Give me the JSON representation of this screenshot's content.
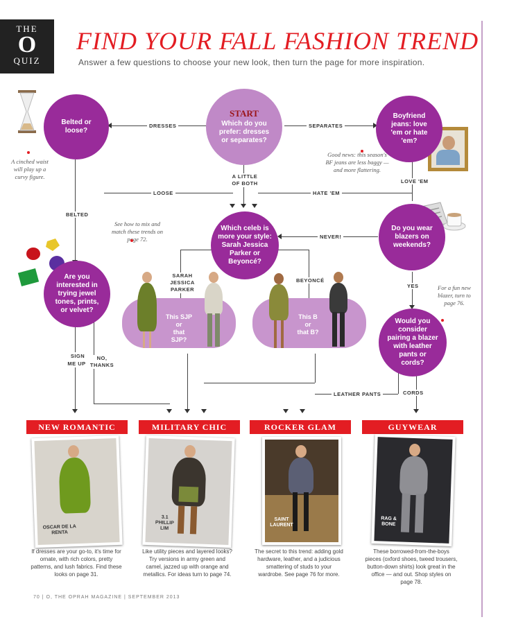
{
  "header": {
    "logo": {
      "line1": "THE",
      "line2": "O",
      "line3": "QUIZ"
    },
    "title": "FIND YOUR FALL FASHION TREND",
    "subtitle": "Answer a few questions to choose your new look, then turn the page for more inspiration."
  },
  "flow": {
    "start": {
      "label": "START",
      "question": "Which do you prefer: dresses or separates?"
    },
    "belted": {
      "question": "Belted or loose?"
    },
    "boyfriend": {
      "question": "Boyfriend jeans: love 'em or hate 'em?"
    },
    "celeb": {
      "question": "Which celeb is more your style: Sarah Jessica Parker or Beyoncé?"
    },
    "blazers": {
      "question": "Do you wear blazers on weekends?"
    },
    "jewel": {
      "question": "Are you interested in trying jewel tones, prints, or velvet?"
    },
    "leather": {
      "question": "Would you consider pairing a blazer with leather pants or cords?"
    },
    "sjp_pill": {
      "line1": "This SJP",
      "line2": "or",
      "line3": "that SJP?"
    },
    "b_pill": {
      "line1": "This B",
      "line2": "or",
      "line3": "that B?"
    }
  },
  "edges": {
    "dresses": "DRESSES",
    "separates": "SEPARATES",
    "little_both": "A LITTLE OF BOTH",
    "loose": "LOOSE",
    "hate": "HATE 'EM",
    "love": "LOVE 'EM",
    "belted": "BELTED",
    "never": "NEVER!",
    "yes": "YES",
    "sjp": "SARAH JESSICA PARKER",
    "beyonce": "BEYONCÉ",
    "sign_me_up": "SIGN ME UP!",
    "no_thanks": "NO, THANKS",
    "leather_pants": "LEATHER PANTS",
    "cords": "CORDS"
  },
  "notes": {
    "cinched": "A cinched waist will play up a curvy figure.",
    "goodnews": "Good news: this season's BF jeans are less baggy — and more flattering.",
    "mix": "See how to mix and match these trends on page 72.",
    "forfun": "For a fun new blazer, turn to page 76."
  },
  "results": [
    {
      "title": "NEW ROMANTIC",
      "designer": "OSCAR DE LA RENTA",
      "text": "If dresses are your go-to, it's time for ornate, with rich colors, pretty patterns, and lush fabrics. Find these looks on page 31."
    },
    {
      "title": "MILITARY CHIC",
      "designer": "3.1 PHILLIP LIM",
      "text": "Like utility pieces and layered looks? Try versions in army green and camel, jazzed up with orange and metallics. For ideas turn to page 74."
    },
    {
      "title": "ROCKER GLAM",
      "designer": "SAINT LAURENT",
      "text": "The secret to this trend: adding gold hardware, leather, and a judicious smattering of studs to your wardrobe. See page 76 for more."
    },
    {
      "title": "GUYWEAR",
      "designer": "RAG & BONE",
      "text": "These borrowed-from-the-boys pieces (oxford shoes, tweed trousers, button-down shirts) look great in the office — and out. Shop styles on page 78."
    }
  ],
  "footer": "70 | O, THE OPRAH MAGAZINE | SEPTEMBER 2013",
  "colors": {
    "accent": "#e31d23",
    "purple_dark": "#992b9a",
    "purple_light": "#c089c7"
  }
}
